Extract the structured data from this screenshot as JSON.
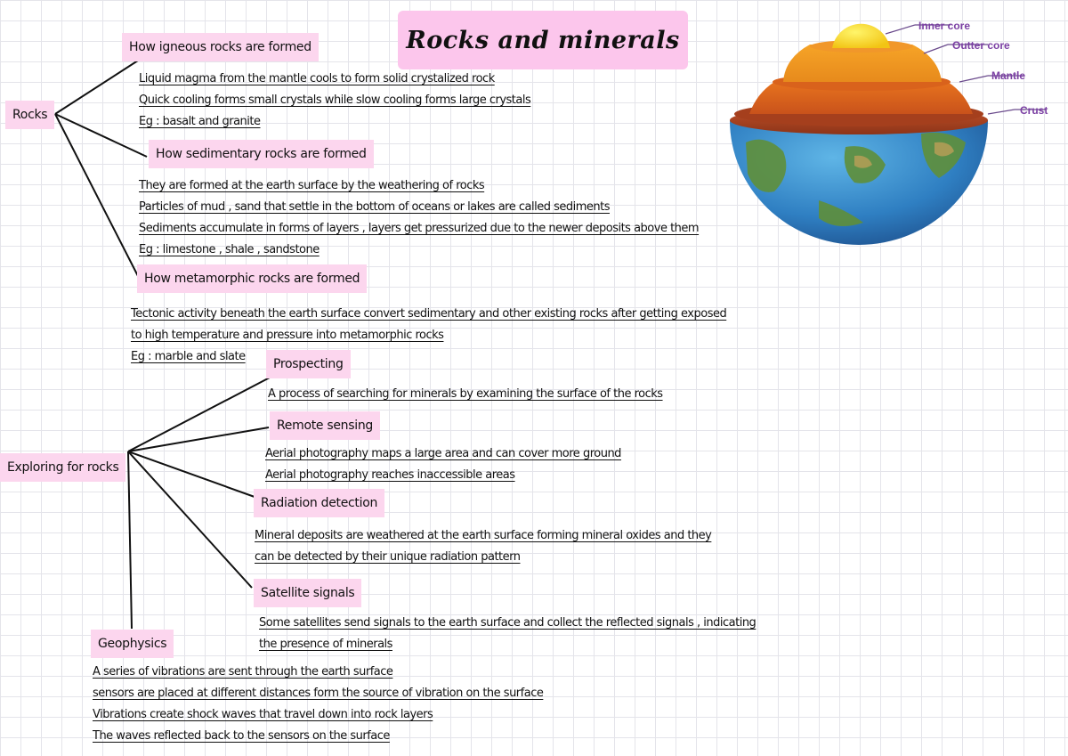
{
  "title": "Rocks and minerals",
  "rocks": {
    "root": "Rocks",
    "igneous": {
      "heading": "How igneous rocks are formed",
      "notes": [
        "Liquid magma from the mantle cools to form solid crystalized rock",
        "Quick cooling forms small crystals while slow cooling forms large crystals",
        "Eg : basalt and granite"
      ]
    },
    "sedimentary": {
      "heading": "How sedimentary rocks are formed",
      "notes": [
        "They are formed at the earth surface by the weathering of rocks",
        "Particles of mud , sand that settle in the bottom of oceans or lakes are called sediments",
        "Sediments accumulate in forms of layers , layers get pressurized due to the newer deposits above them",
        "Eg : limestone , shale , sandstone"
      ]
    },
    "metamorphic": {
      "heading": "How metamorphic rocks are formed",
      "notes": [
        "Tectonic activity beneath the earth surface convert sedimentary and other existing rocks after getting exposed",
        "to high temperature and pressure into metamorphic rocks",
        "Eg : marble and slate"
      ]
    }
  },
  "exploring": {
    "root": "Exploring for rocks",
    "prospecting": {
      "heading": "Prospecting",
      "notes": [
        "A process of searching for minerals by examining the surface of the rocks"
      ]
    },
    "remote": {
      "heading": "Remote sensing",
      "notes": [
        "Aerial photography maps a large area and can cover more ground",
        "Aerial photography reaches inaccessible areas"
      ]
    },
    "radiation": {
      "heading": "Radiation detection",
      "notes": [
        "Mineral deposits are weathered at the earth surface forming mineral oxides and they",
        "can be detected by their unique radiation pattern"
      ]
    },
    "satellite": {
      "heading": "Satellite signals",
      "notes": [
        "Some satellites send signals to the earth surface and collect the reflected signals , indicating",
        "the presence of minerals"
      ]
    },
    "geophysics": {
      "heading": "Geophysics",
      "notes": [
        "A series of vibrations are sent through the earth surface",
        "sensors are placed at different distances form the source of vibration on the surface",
        "Vibrations create shock waves that travel down into rock layers",
        "The waves reflected back to the sensors on the surface"
      ]
    }
  },
  "earth_layers": {
    "inner_core": "Inner core",
    "outer_core": "Outter core",
    "mantle": "Mantle",
    "crust": "Crust"
  },
  "colors": {
    "label_bg": "#fcd6ee",
    "title_bg": "#fcc6ec",
    "earth_label": "#7b3fa3"
  }
}
